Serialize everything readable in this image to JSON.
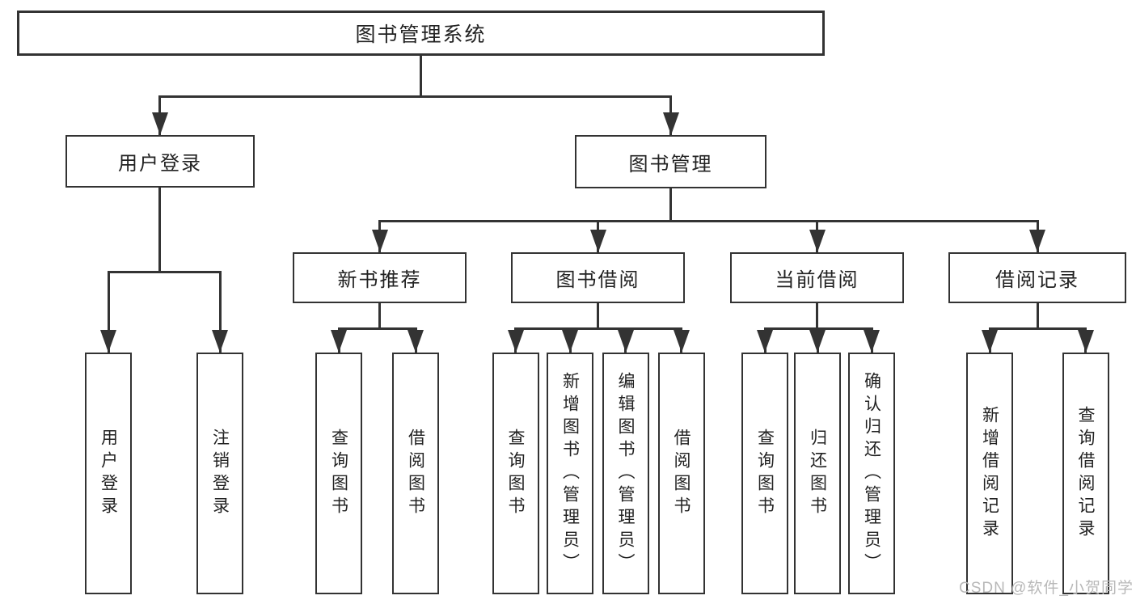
{
  "tree": {
    "root": "图书管理系统",
    "user_login": {
      "label": "用户登录",
      "children": [
        "用户登录",
        "注销登录"
      ]
    },
    "book_management": {
      "label": "图书管理",
      "sections": [
        {
          "label": "新书推荐",
          "children": [
            "查询图书",
            "借阅图书"
          ]
        },
        {
          "label": "图书借阅",
          "children": [
            "查询图书",
            "新增图书（管理员）",
            "编辑图书（管理员）",
            "借阅图书"
          ]
        },
        {
          "label": "当前借阅",
          "children": [
            "查询图书",
            "归还图书",
            "确认归还（管理员）"
          ]
        },
        {
          "label": "借阅记录",
          "children": [
            "新增借阅记录",
            "查询借阅记录"
          ]
        }
      ]
    }
  },
  "watermark": "CSDN @软件_小贺同学",
  "colors": {
    "line": "#333333",
    "text": "#222222",
    "watermark": "#b8b8b8",
    "background": "#ffffff"
  }
}
